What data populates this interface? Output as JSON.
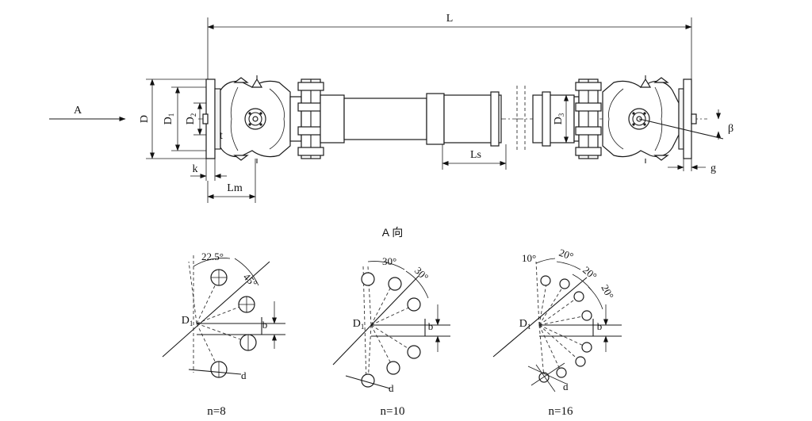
{
  "top_view": {
    "dims": {
      "L": "L",
      "D": "D",
      "D1": "D",
      "D1_sub": "1",
      "D2": "D",
      "D2_sub": "2",
      "D3": "D",
      "D3_sub": "3",
      "t": "t",
      "k": "k",
      "Lm": "Lm",
      "Ls": "Ls",
      "g": "g",
      "beta": "β"
    },
    "view_arrow_label": "A"
  },
  "section_heading": "A 向",
  "patterns": [
    {
      "caption": "n=8",
      "d1_label": "D",
      "d1_sub": "1",
      "b_label": "b",
      "d_label": "d",
      "angles": [
        "22.5°",
        "45°"
      ]
    },
    {
      "caption": "n=10",
      "d1_label": "D",
      "d1_sub": "1",
      "b_label": "b",
      "d_label": "d",
      "angles": [
        "30°",
        "30°"
      ]
    },
    {
      "caption": "n=16",
      "d1_label": "D",
      "d1_sub": "1",
      "b_label": "b",
      "d_label": "d",
      "angles": [
        "10°",
        "20°",
        "20°",
        "20°"
      ]
    }
  ]
}
